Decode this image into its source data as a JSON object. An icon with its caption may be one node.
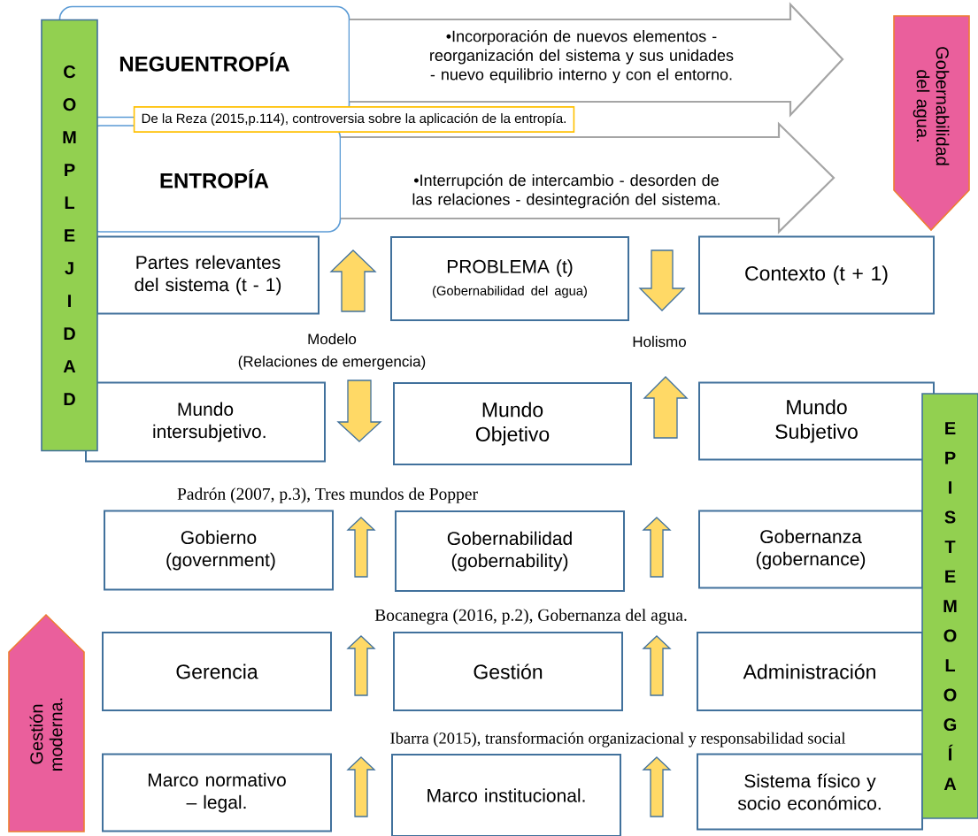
{
  "diagram": {
    "nodes": [
      {
        "text": [
          "NEGUENTROPÍA"
        ]
      },
      {
        "text": [
          "•Incorporación de nuevos elementos - reorganización del sistema y sus unidades - nuevo equilibrio interno y con el entorno."
        ]
      },
      {
        "text": [
          "ENTROPÍA"
        ]
      },
      {
        "text": [
          "•Interrupción de intercambio - desorden de las relaciones - desintegración del sistema."
        ]
      },
      {
        "text": [
          "De la Reza (2015,p.114), controversia sobre la aplicación de la entropía."
        ]
      },
      {
        "text": [
          "C O M P L E J I D A D"
        ]
      },
      {
        "text": [
          "Gobernabilidad del agua."
        ]
      },
      {
        "text": [
          "Partes relevantes del sistema (t - 1)"
        ]
      },
      {
        "text": [
          "PROBLEMA (t)",
          "(Gobernabilidad del agua)"
        ]
      },
      {
        "text": [
          "Contexto (t + 1)"
        ]
      },
      {
        "text": [
          "Mundo intersubjetivo."
        ]
      },
      {
        "text": [
          "Mundo Objetivo"
        ]
      },
      {
        "text": [
          "Mundo Subjetivo"
        ]
      },
      {
        "text": [
          "Gobierno (government)"
        ]
      },
      {
        "text": [
          "Gobernabilidad (gobernability)"
        ]
      },
      {
        "text": [
          "Gobernanza (gobernance)"
        ]
      },
      {
        "text": [
          "Gerencia"
        ]
      },
      {
        "text": [
          "Gestión"
        ]
      },
      {
        "text": [
          "Administración"
        ]
      },
      {
        "text": [
          "Marco normativo – legal."
        ]
      },
      {
        "text": [
          "Marco institucional."
        ]
      },
      {
        "text": [
          "Sistema físico y socio económico."
        ]
      },
      {
        "text": [
          "E P I S T E M O L O G Í A"
        ]
      },
      {
        "text": [
          "Gestión moderna."
        ]
      }
    ],
    "edges": [
      {
        "from": 8,
        "to": 7,
        "arrow": "to"
      },
      {
        "from": 9,
        "to": 8,
        "arrow": "to"
      },
      {
        "from": 10,
        "to": 11,
        "arrow": "to"
      },
      {
        "from": 11,
        "to": 12,
        "arrow": "to"
      },
      {
        "from": 14,
        "to": 13,
        "arrow": "to"
      },
      {
        "from": 14,
        "to": 15,
        "arrow": "to"
      },
      {
        "from": 16,
        "to": 17,
        "arrow": "to"
      },
      {
        "from": 17,
        "to": 18,
        "arrow": "to"
      },
      {
        "from": 20,
        "to": 19,
        "arrow": "to"
      },
      {
        "from": 20,
        "to": 21,
        "arrow": "to"
      }
    ],
    "labels": [
      "Modelo",
      "(Relaciones de emergencia)",
      "Holismo",
      "Padrón (2007, p.3), Tres mundos de Popper",
      "Bocanegra (2016, p.2), Gobernanza del agua.",
      "Ibarra (2015), transformación organizacional y responsabilidad social"
    ]
  }
}
